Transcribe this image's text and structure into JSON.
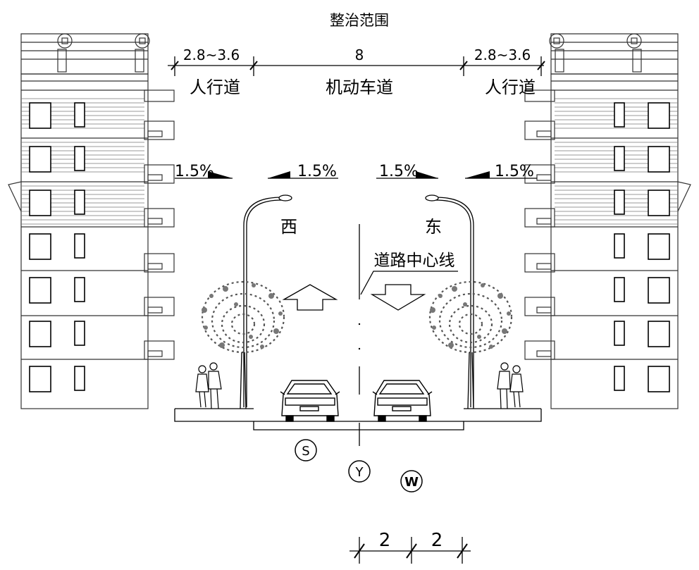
{
  "title": "整治范围",
  "dimensions": {
    "left_sidewalk_width": "2.8~3.6",
    "carriageway_width": "8",
    "right_sidewalk_width": "2.8~3.6"
  },
  "zones": {
    "left_sidewalk": "人行道",
    "carriageway": "机动车道",
    "right_sidewalk": "人行道"
  },
  "slopes": [
    "1.5%",
    "1.5%",
    "1.5%",
    "1.5%"
  ],
  "directions": {
    "west": "西",
    "east": "东"
  },
  "centerline_label": "道路中心线",
  "pipe_markers": [
    "S",
    "Y",
    "W"
  ],
  "pipe_spacing": [
    "2",
    "2"
  ]
}
